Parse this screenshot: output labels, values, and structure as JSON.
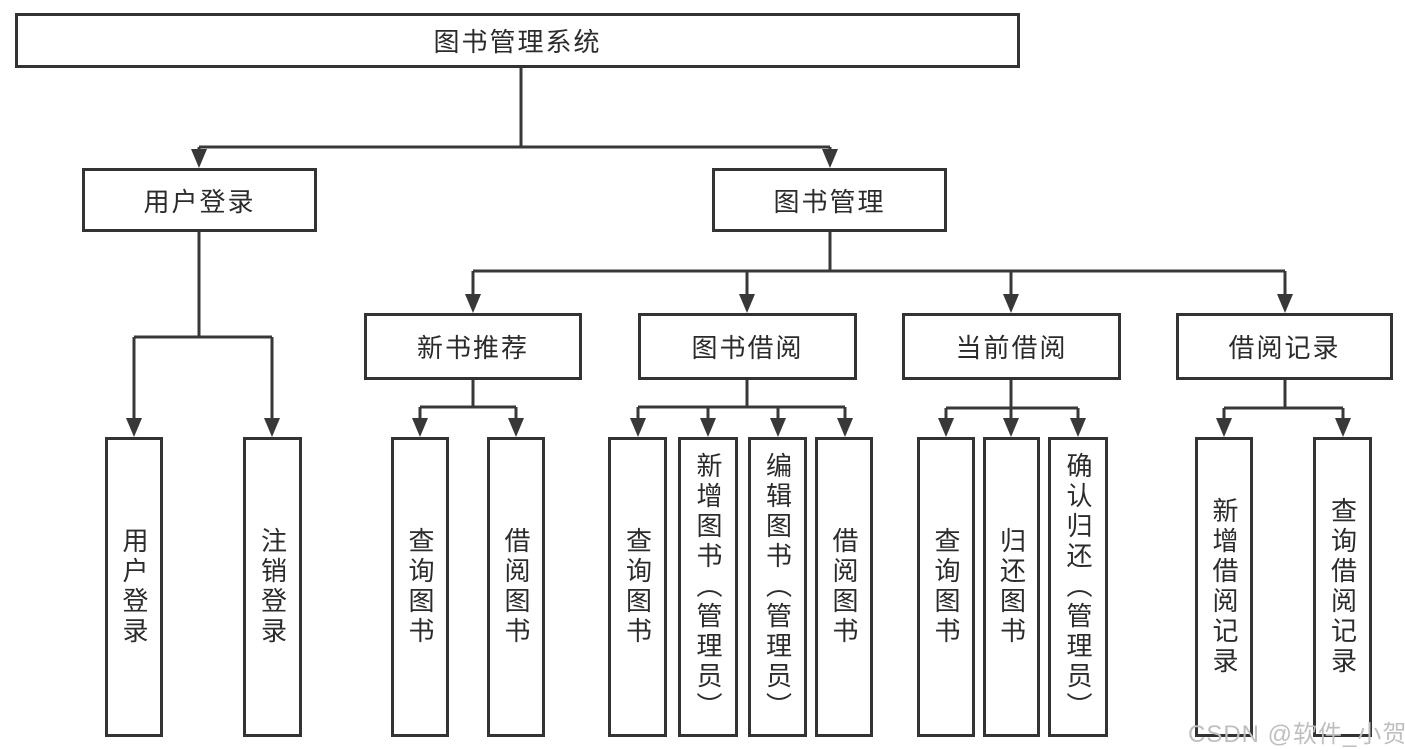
{
  "tree": {
    "root": {
      "label": "图书管理系统",
      "children": [
        {
          "label": "用户登录",
          "children": [
            {
              "label": "用户登录"
            },
            {
              "label": "注销登录"
            }
          ]
        },
        {
          "label": "图书管理",
          "children": [
            {
              "label": "新书推荐",
              "children": [
                {
                  "label": "查询图书"
                },
                {
                  "label": "借阅图书"
                }
              ]
            },
            {
              "label": "图书借阅",
              "children": [
                {
                  "label": "查询图书"
                },
                {
                  "label": "新增图书（管理员）"
                },
                {
                  "label": "编辑图书（管理员）"
                },
                {
                  "label": "借阅图书"
                }
              ]
            },
            {
              "label": "当前借阅",
              "children": [
                {
                  "label": "查询图书"
                },
                {
                  "label": "归还图书"
                },
                {
                  "label": "确认归还（管理员）"
                }
              ]
            },
            {
              "label": "借阅记录",
              "children": [
                {
                  "label": "新增借阅记录"
                },
                {
                  "label": "查询借阅记录"
                }
              ]
            }
          ]
        }
      ]
    }
  },
  "watermark": {
    "text": "CSDN @软件_小贺同学"
  },
  "colors": {
    "line": "#383838",
    "border": "#333333",
    "text": "#2b2b2b",
    "background": "#ffffff",
    "watermark": "#bfbfbf"
  }
}
